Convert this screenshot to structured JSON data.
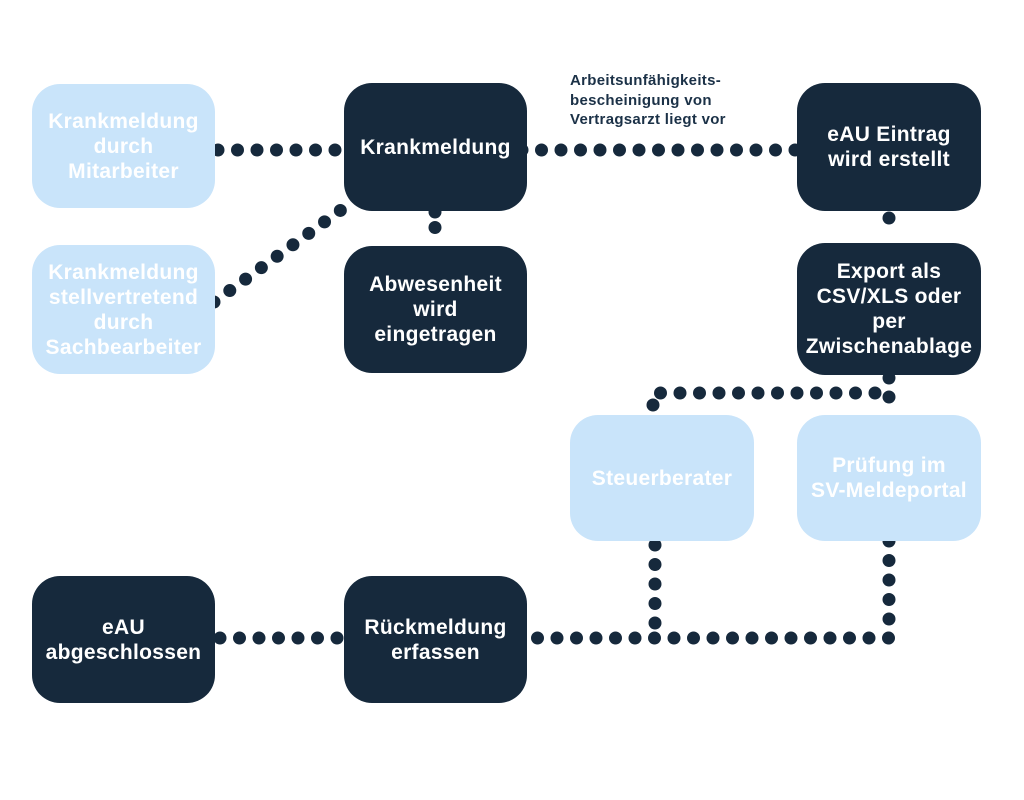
{
  "diagram": {
    "type": "flowchart",
    "language": "de",
    "colors": {
      "node_dark": "#16293C",
      "node_light": "#C9E4FA",
      "node_text": "#FFFFFF",
      "connector": "#16293C",
      "annotation_text": "#1B3147",
      "background": "#FFFFFF"
    },
    "nodes": {
      "mitarbeiter": {
        "label": "Krankmeldung\ndurch\nMitarbeiter",
        "style": "light"
      },
      "stellvertretend": {
        "label": "Krankmeldung\nstellvertretend\ndurch\nSachbearbeiter",
        "style": "light"
      },
      "krankmeldung": {
        "label": "Krankmeldung",
        "style": "dark"
      },
      "abwesenheit": {
        "label": "Abwesenheit\nwird\neingetragen",
        "style": "dark"
      },
      "eau_eintrag": {
        "label": "eAU Eintrag\nwird erstellt",
        "style": "dark"
      },
      "export": {
        "label": "Export als\nCSV/XLS oder\nper\nZwischenablage",
        "style": "dark"
      },
      "steuerberater": {
        "label": "Steuerberater",
        "style": "light"
      },
      "pruefung": {
        "label": "Prüfung im\nSV-Meldeportal",
        "style": "light"
      },
      "eau_abgeschlossen": {
        "label": "eAU\nabgeschlossen",
        "style": "dark"
      },
      "rueckmeldung": {
        "label": "Rückmeldung\nerfassen",
        "style": "dark"
      }
    },
    "annotation": {
      "text": "Arbeitsunfähigkeits-\nbescheinigung von\nVertragsarzt liegt vor"
    },
    "edges": [
      {
        "from": "mitarbeiter",
        "to": "krankmeldung"
      },
      {
        "from": "stellvertretend",
        "to": "krankmeldung"
      },
      {
        "from": "krankmeldung",
        "to": "abwesenheit"
      },
      {
        "from": "krankmeldung",
        "to": "eau_eintrag",
        "label": "Arbeitsunfähigkeits-bescheinigung von Vertragsarzt liegt vor"
      },
      {
        "from": "eau_eintrag",
        "to": "export"
      },
      {
        "from": "export",
        "to": "steuerberater"
      },
      {
        "from": "export",
        "to": "pruefung"
      },
      {
        "from": "steuerberater",
        "to": "rueckmeldung"
      },
      {
        "from": "pruefung",
        "to": "rueckmeldung"
      },
      {
        "from": "rueckmeldung",
        "to": "eau_abgeschlossen"
      }
    ]
  }
}
